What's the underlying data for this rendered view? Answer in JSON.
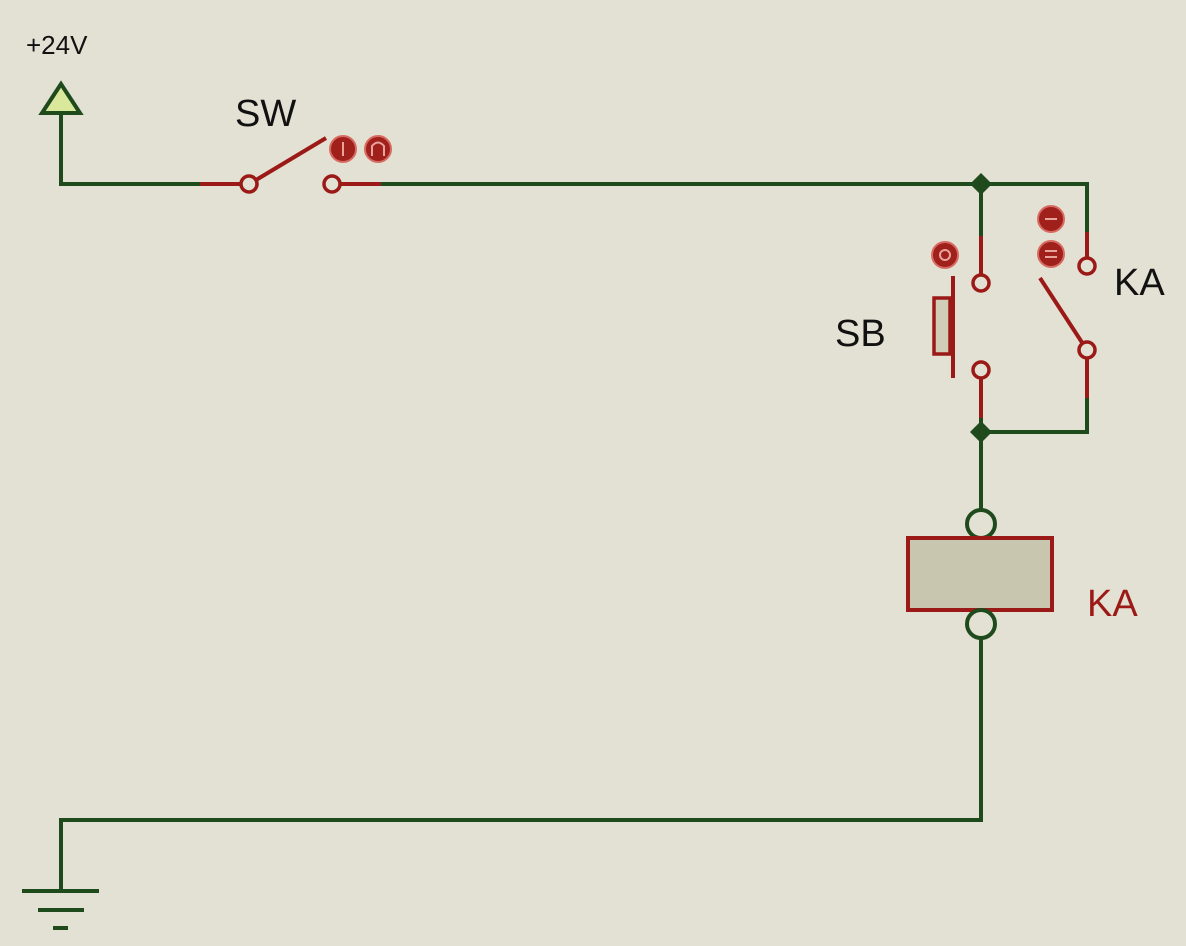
{
  "power": {
    "label": "+24V"
  },
  "switch_sw": {
    "label": "SW"
  },
  "pushbutton_sb": {
    "label": "SB"
  },
  "relay_contact": {
    "label": "KA"
  },
  "relay_coil": {
    "label": "KA"
  },
  "colors": {
    "background": "#e3e1d3",
    "wire": "#1f4a1c",
    "component": "#9b1a17",
    "coil_fill": "#c8c6ae",
    "power_arrow_fill": "#d9e89a"
  }
}
